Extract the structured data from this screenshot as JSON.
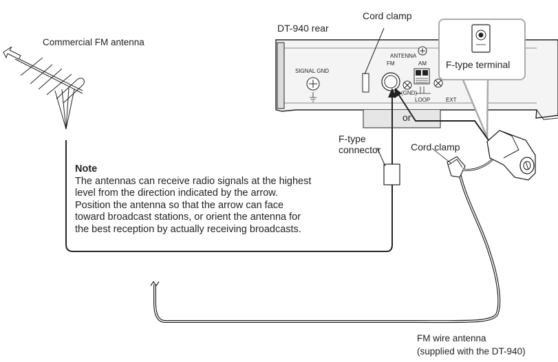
{
  "labels": {
    "antenna": "Commercial FM antenna",
    "rear": "DT-940 rear",
    "cord_clamp_top": "Cord clamp",
    "f_type_terminal": "F-type terminal",
    "signal_gnd": "SIGNAL GND",
    "antenna_small": "ANTENNA",
    "fm_small": "FM",
    "am_small": "AM",
    "gnd_small": "(GND)",
    "loop_small": "LOOP",
    "ext_small": "EXT",
    "or": "or",
    "f_type_connector_1": "F-type",
    "f_type_connector_2": "connector",
    "cord_clamp_mid": "Cord clamp",
    "wire_antenna_1": "FM wire antenna",
    "wire_antenna_2": "(supplied with the DT-940)"
  },
  "note": {
    "title": "Note",
    "lines": [
      "The antennas can receive radio signals at the highest",
      "level from the direction indicated by the arrow.",
      "Position the antenna so that the arrow can face",
      "toward broadcast stations, or orient the antenna for",
      "the best reception by actually receiving broadcasts."
    ]
  },
  "colors": {
    "line": "#222222",
    "callout_border": "#aaaaaa",
    "device_fill": "#f2f2f2"
  }
}
